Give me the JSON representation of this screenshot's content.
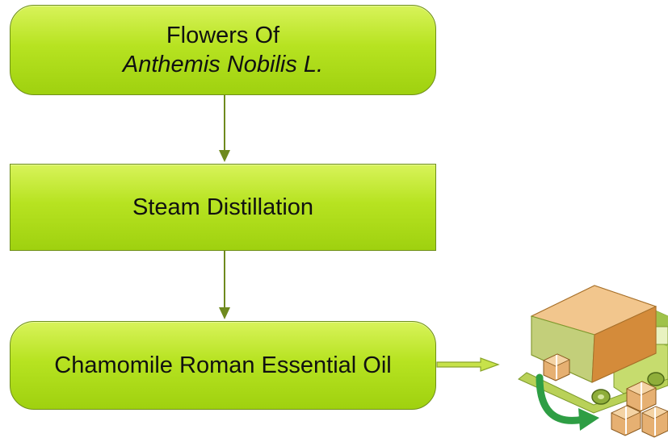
{
  "nodes": [
    {
      "line1": "Flowers Of",
      "line2": "Anthemis Nobilis L."
    },
    {
      "label": "Steam Distillation"
    },
    {
      "label": "Chamomile Roman Essential Oil"
    }
  ],
  "colors": {
    "node_fill": "#b7e321",
    "node_border": "#6f8f1a",
    "arrow": "#6f8a1e",
    "truck_body": "#c8dd6a",
    "truck_box": "#dd9a4a",
    "turn_arrow": "#2e9e44"
  },
  "icons": {
    "delivery": "delivery-truck-icon"
  }
}
